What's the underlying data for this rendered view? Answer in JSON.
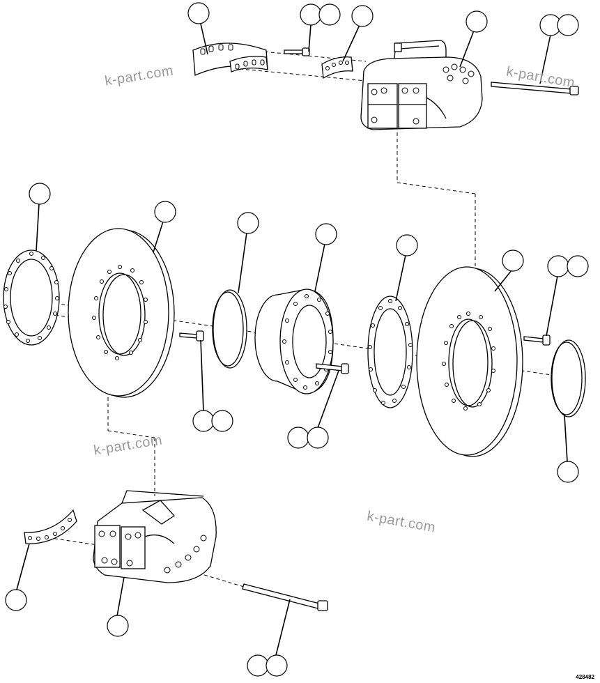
{
  "watermarks": [
    "k-part.com",
    "k-part.com",
    "k-part.com",
    "k-part.com"
  ],
  "drawing_id": "428482",
  "callouts": {
    "count": 24,
    "numbers_visible": false
  },
  "parts": [
    "upper-caliper",
    "upper-shim-left",
    "upper-shim-right",
    "upper-short-bolt",
    "upper-long-bolt",
    "gasket",
    "left-brake-disc",
    "seal-ring-left",
    "disc-hub",
    "hub-flange-ring",
    "right-brake-disc",
    "seal-ring-right",
    "disc-bolt-left",
    "hub-bolt",
    "disc-bolt-right",
    "lower-caliper",
    "lower-shim",
    "lower-long-bolt"
  ]
}
